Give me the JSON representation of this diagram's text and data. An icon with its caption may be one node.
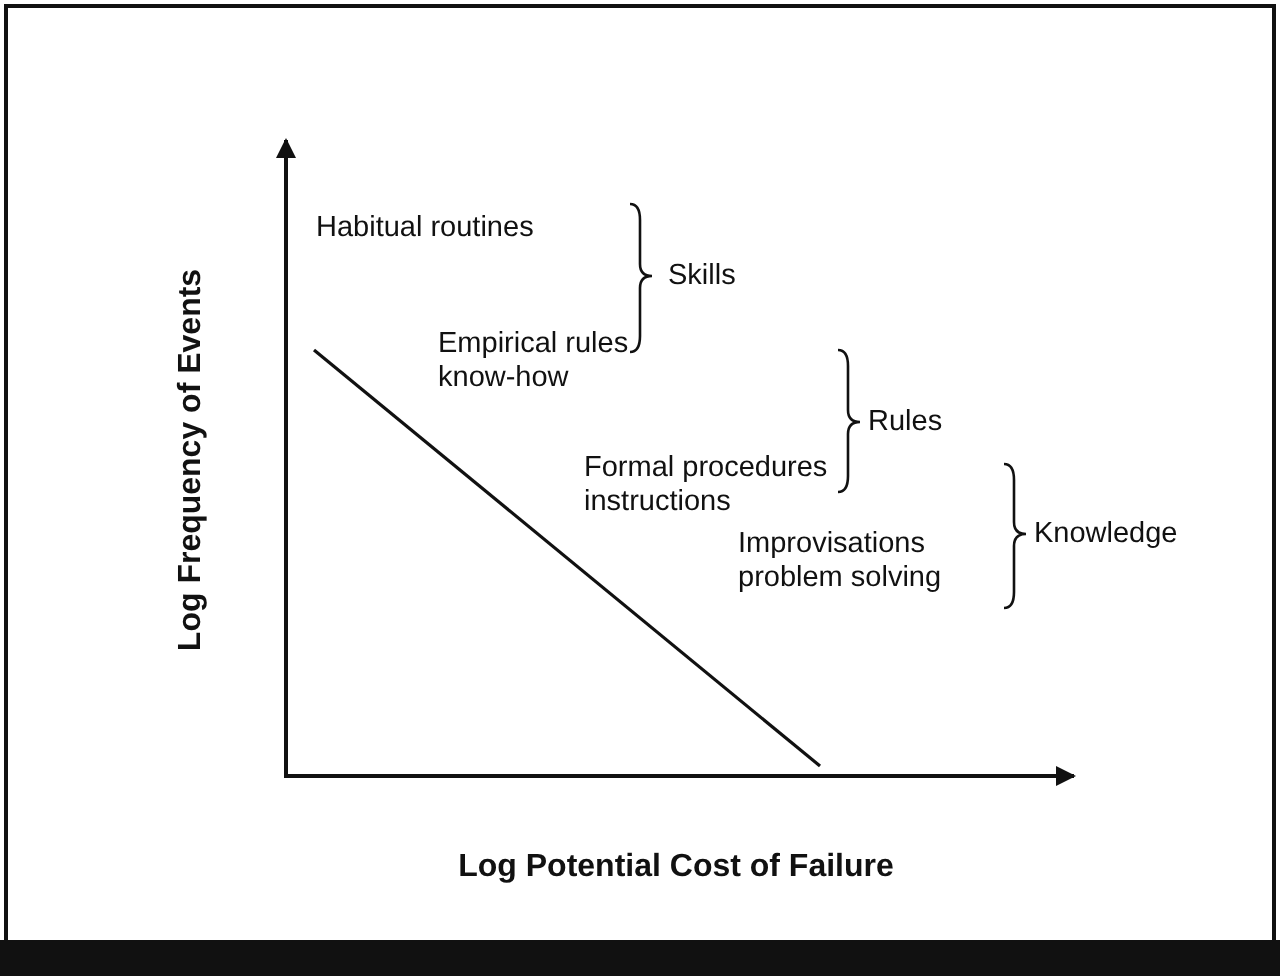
{
  "diagram": {
    "labels": [
      "Habitual routines",
      "Skills",
      "Empirical rules know-how",
      "Rules",
      "Formal procedures instructions",
      "Knowledge",
      "Improvisations problem solving",
      "Log Frequency of Events",
      "Log Potential Cost of Failure"
    ]
  }
}
